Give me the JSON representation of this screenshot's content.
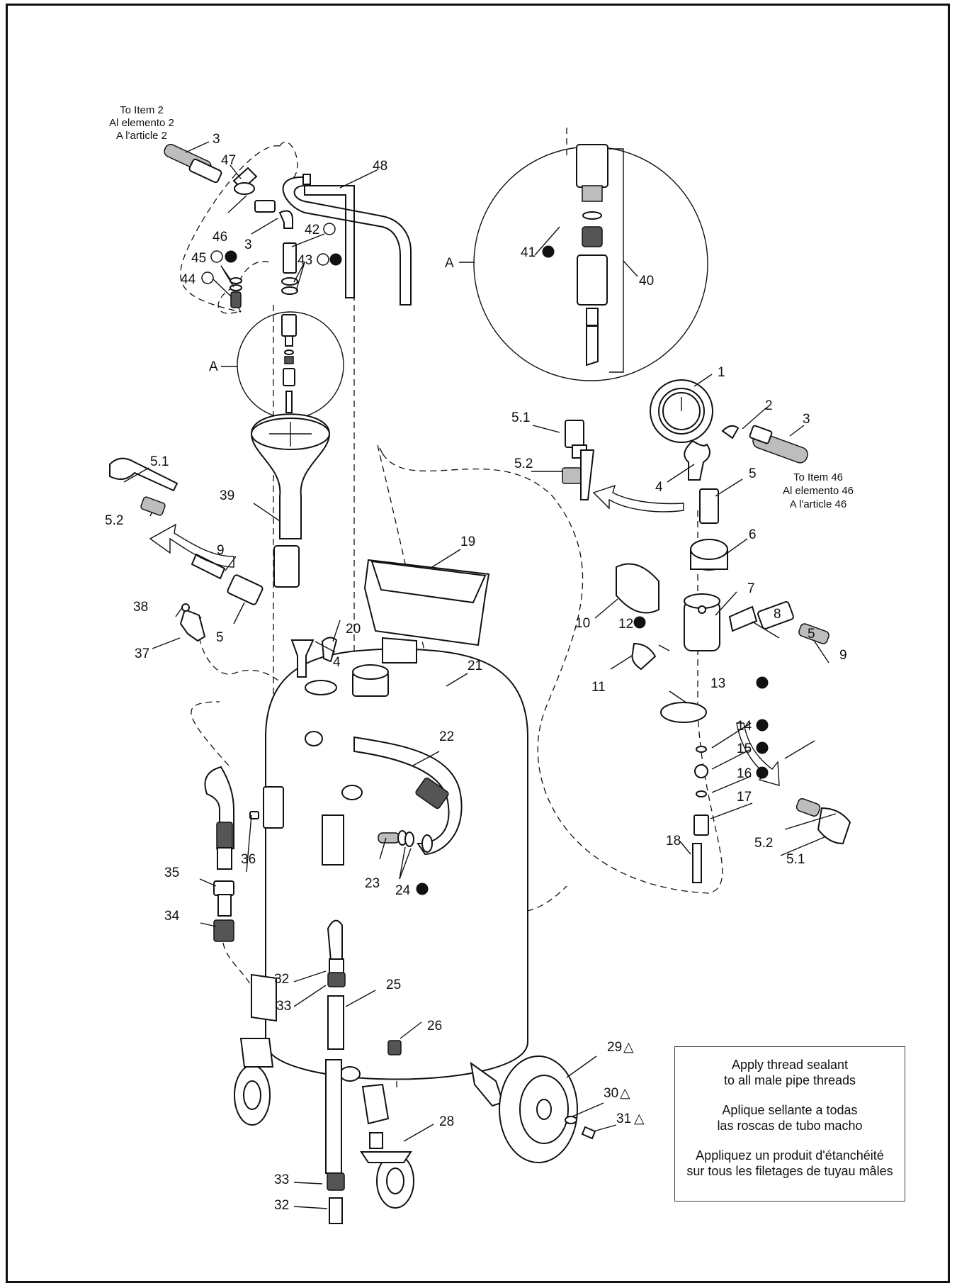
{
  "callouts": {
    "to_item_2": [
      "To Item 2",
      "Al elemento 2",
      "A l'article 2"
    ],
    "to_item_46": [
      "To Item 46",
      "Al elemento 46",
      "A l'article 46"
    ],
    "detail": "A"
  },
  "parts": {
    "p1": "1",
    "p2": "2",
    "p3": "3",
    "p4": "4",
    "p5": "5",
    "p5_1": "5.1",
    "p5_2": "5.2",
    "p6": "6",
    "p7": "7",
    "p8": "8",
    "p9": "9",
    "p10": "10",
    "p11": "11",
    "p12": "12",
    "p13": "13",
    "p14": "14",
    "p15": "15",
    "p16": "16",
    "p17": "17",
    "p18": "18",
    "p19": "19",
    "p20": "20",
    "p21": "21",
    "p22": "22",
    "p23": "23",
    "p24": "24",
    "p25": "25",
    "p26": "26",
    "p28": "28",
    "p29": "29",
    "p30": "30",
    "p31": "31",
    "p32": "32",
    "p33": "33",
    "p34": "34",
    "p35": "35",
    "p36": "36",
    "p37": "37",
    "p38": "38",
    "p39": "39",
    "p40": "40",
    "p41": "41",
    "p42": "42",
    "p43": "43",
    "p44": "44",
    "p45": "45",
    "p46": "46",
    "p47": "47",
    "p48": "48"
  },
  "symbols": {
    "triangle": "△"
  },
  "note": {
    "english": "Apply thread sealant\nto all male pipe threads",
    "spanish": "Aplique sellante a todas\nlas roscas de tubo macho",
    "french": "Appliquez un produit d'étanchéité\nsur tous les filetages de tuyau mâles"
  }
}
